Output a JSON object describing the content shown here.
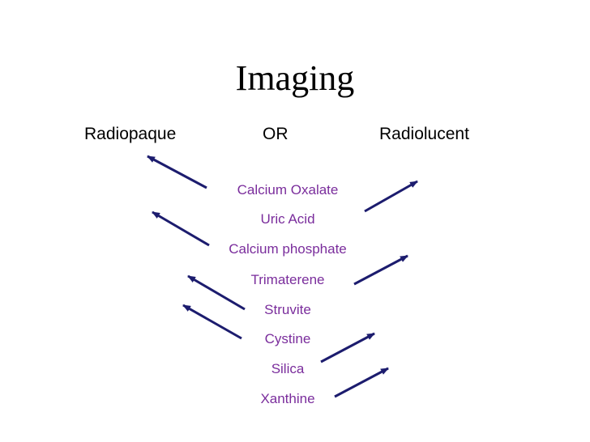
{
  "title": "Imaging",
  "headers": {
    "left": "Radiopaque",
    "middle": "OR",
    "right": "Radiolucent"
  },
  "stones": [
    "Calcium Oxalate",
    "Uric Acid",
    "Calcium phosphate",
    "Trimaterene",
    "Struvite",
    "Cystine",
    "Silica",
    "Xanthine"
  ],
  "colors": {
    "stone_text": "#7a2d9c",
    "arrow": "#1c1c6e"
  }
}
